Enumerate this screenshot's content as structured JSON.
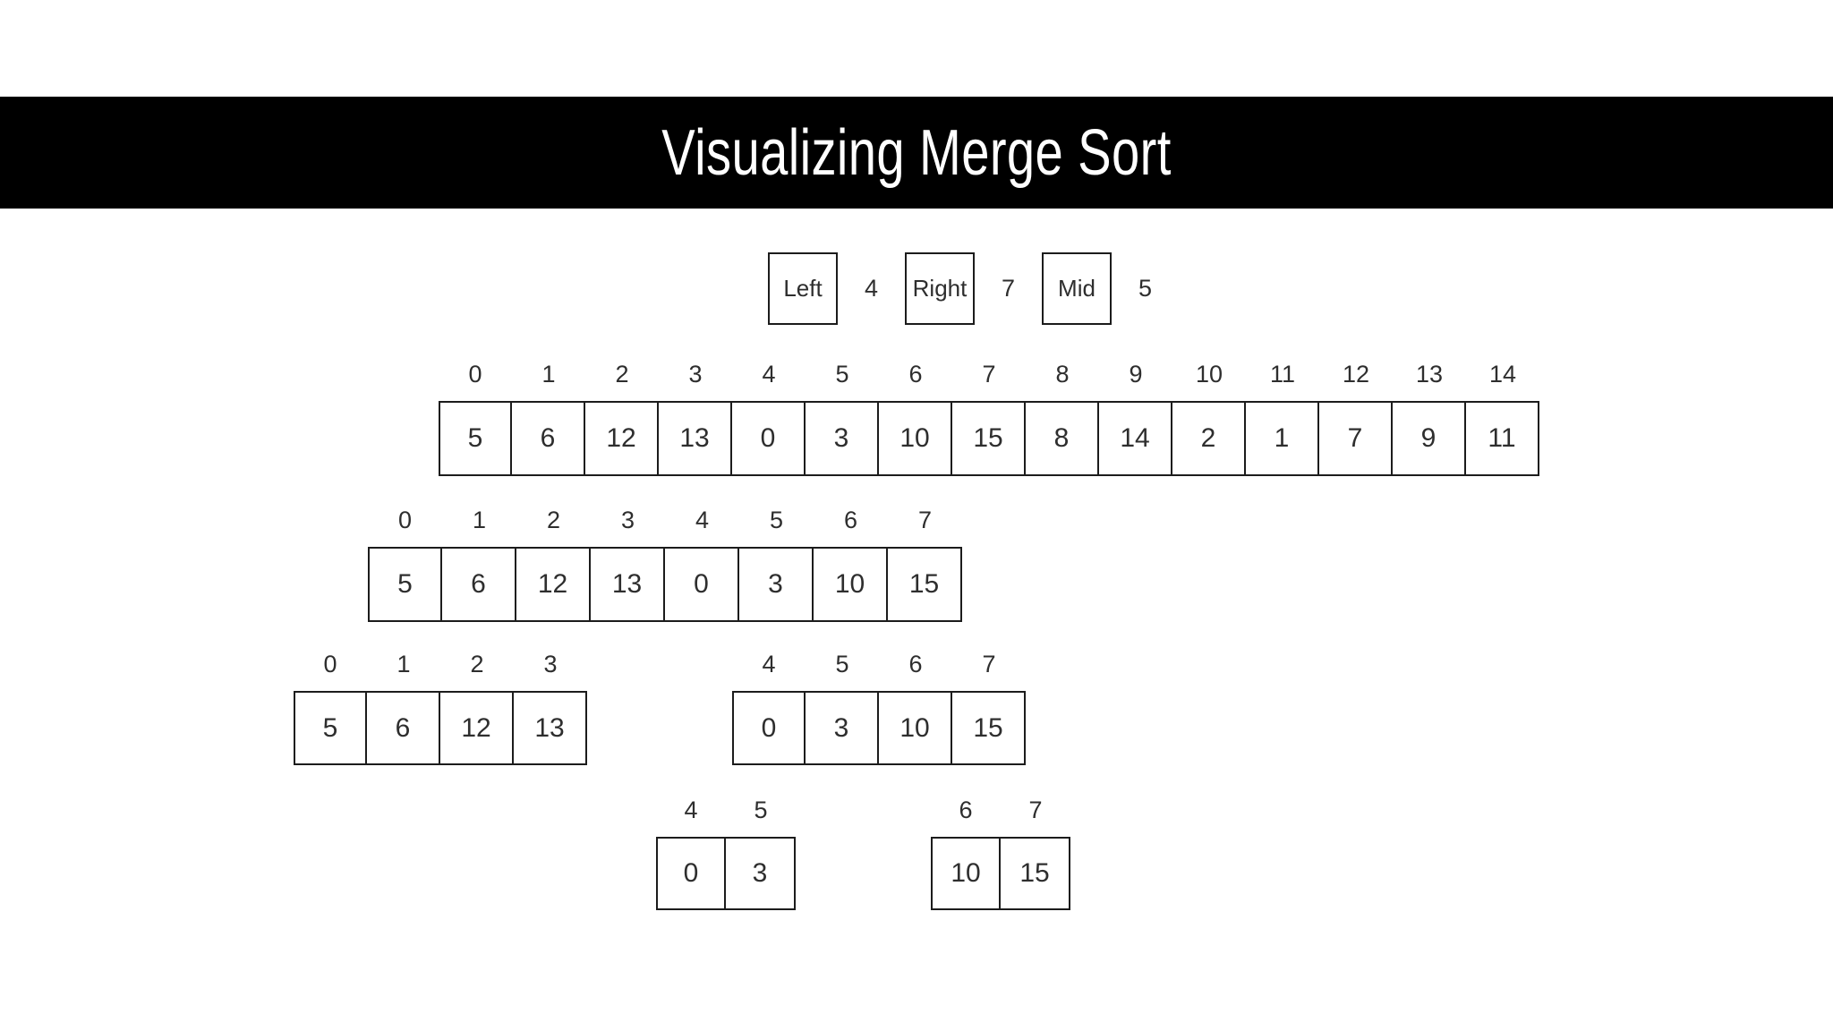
{
  "title": "Visualizing Merge Sort",
  "variables": [
    {
      "label": "Left",
      "value": "4"
    },
    {
      "label": "Right",
      "value": "7"
    },
    {
      "label": "Mid",
      "value": "5"
    }
  ],
  "arrays": [
    {
      "name": "full-array",
      "indices": [
        "0",
        "1",
        "2",
        "3",
        "4",
        "5",
        "6",
        "7",
        "8",
        "9",
        "10",
        "11",
        "12",
        "13",
        "14"
      ],
      "values": [
        "5",
        "6",
        "12",
        "13",
        "0",
        "3",
        "10",
        "15",
        "8",
        "14",
        "2",
        "1",
        "7",
        "9",
        "11"
      ]
    },
    {
      "name": "left-half",
      "indices": [
        "0",
        "1",
        "2",
        "3",
        "4",
        "5",
        "6",
        "7"
      ],
      "values": [
        "5",
        "6",
        "12",
        "13",
        "0",
        "3",
        "10",
        "15"
      ]
    },
    {
      "name": "left-quarter",
      "indices": [
        "0",
        "1",
        "2",
        "3"
      ],
      "values": [
        "5",
        "6",
        "12",
        "13"
      ]
    },
    {
      "name": "right-quarter",
      "indices": [
        "4",
        "5",
        "6",
        "7"
      ],
      "values": [
        "0",
        "3",
        "10",
        "15"
      ]
    },
    {
      "name": "left-eighth",
      "indices": [
        "4",
        "5"
      ],
      "values": [
        "0",
        "3"
      ]
    },
    {
      "name": "right-eighth",
      "indices": [
        "6",
        "7"
      ],
      "values": [
        "10",
        "15"
      ]
    }
  ],
  "colors": {
    "page_bg": "#ffffff",
    "banner_bg": "#000000",
    "banner_text": "#ffffff",
    "box_border": "#1c1c1c",
    "text": "#2e2e2e"
  }
}
